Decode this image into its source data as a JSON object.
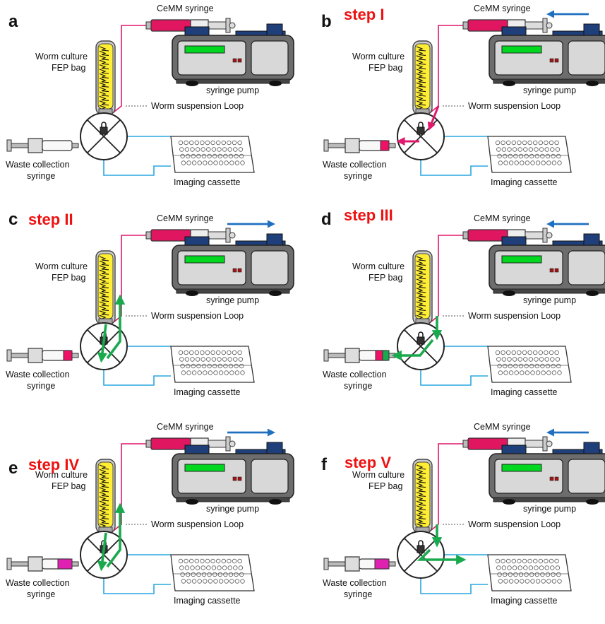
{
  "colors": {
    "pink_line": "#e0176a",
    "blue_line": "#29a7df",
    "green_arrow": "#1aaa4e",
    "blue_arrow": "#1f6fc0",
    "step_label": "#ee1111",
    "pump_body": "#6d6d6d",
    "pump_screen": "#00d820",
    "bag_yellow": "#ffee33",
    "syringe_plunger_pink": "#ee1166",
    "syringe_plunger_magenta": "#e020b0"
  },
  "labels": {
    "cemm_syringe": "CeMM syringe",
    "worm_culture_1": "Worm culture",
    "worm_culture_2": "FEP bag",
    "syringe_pump": "syringe pump",
    "suspension_loop": "Worm suspension Loop",
    "waste_1": "Waste collection",
    "waste_2": "syringe",
    "imaging_cassette": "Imaging cassette"
  },
  "panels": [
    {
      "letter": "a",
      "step": ""
    },
    {
      "letter": "b",
      "step": "step I"
    },
    {
      "letter": "c",
      "step": "step II"
    },
    {
      "letter": "d",
      "step": "step III"
    },
    {
      "letter": "e",
      "step": "step IV"
    },
    {
      "letter": "f",
      "step": "step V"
    }
  ]
}
